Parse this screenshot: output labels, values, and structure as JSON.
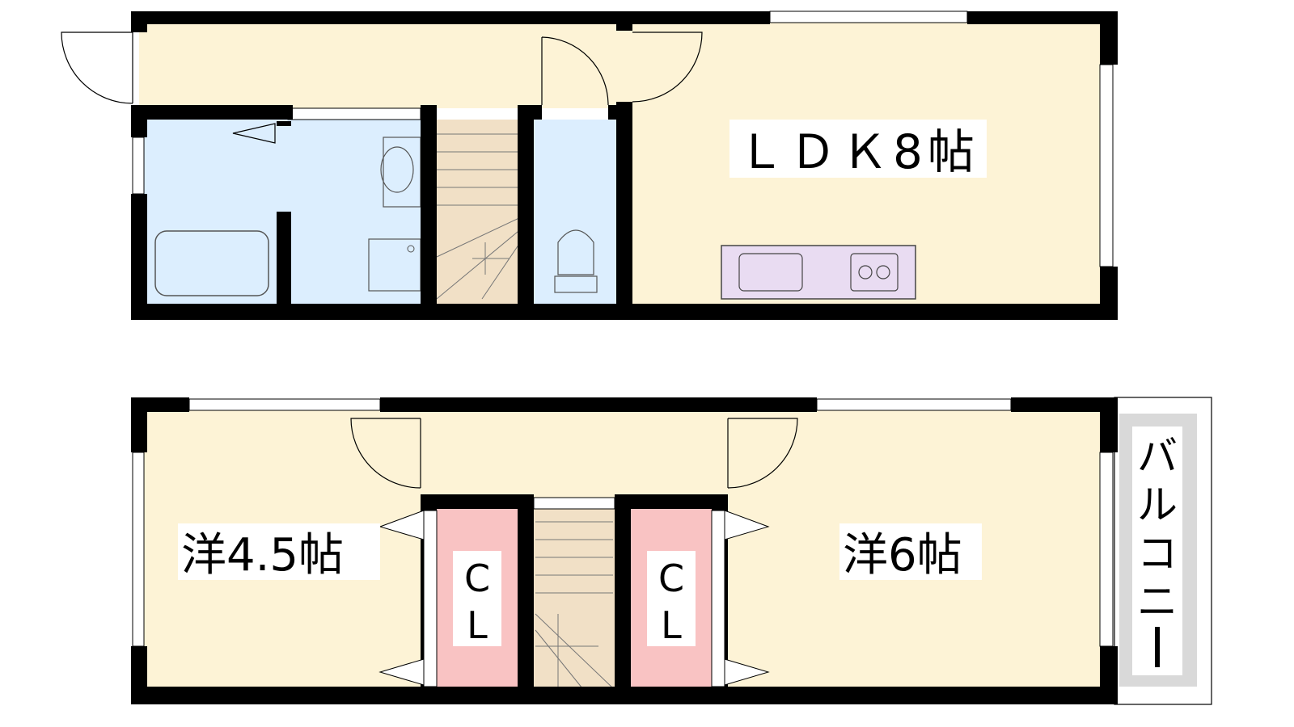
{
  "floors": {
    "first": {
      "rooms": {
        "ldk": {
          "label": "ＬＤＫ8帖"
        }
      }
    },
    "second": {
      "rooms": {
        "west": {
          "label": "洋4.5帖"
        },
        "east": {
          "label": "洋6帖"
        },
        "closet_left": {
          "label_top": "C",
          "label_bottom": "L"
        },
        "closet_right": {
          "label_top": "C",
          "label_bottom": "L"
        }
      },
      "balcony": {
        "label_chars": [
          "バ",
          "ル",
          "コ",
          "ニ",
          "ー"
        ]
      }
    }
  },
  "colors": {
    "wall": "#000000",
    "room_floor": "#fdf3d6",
    "wet_area": "#dceefe",
    "stairs": "#f1e0c6",
    "closet": "#f9c3c3",
    "kitchen": "#e9dcf2",
    "balcony": "#d9d9d9"
  }
}
